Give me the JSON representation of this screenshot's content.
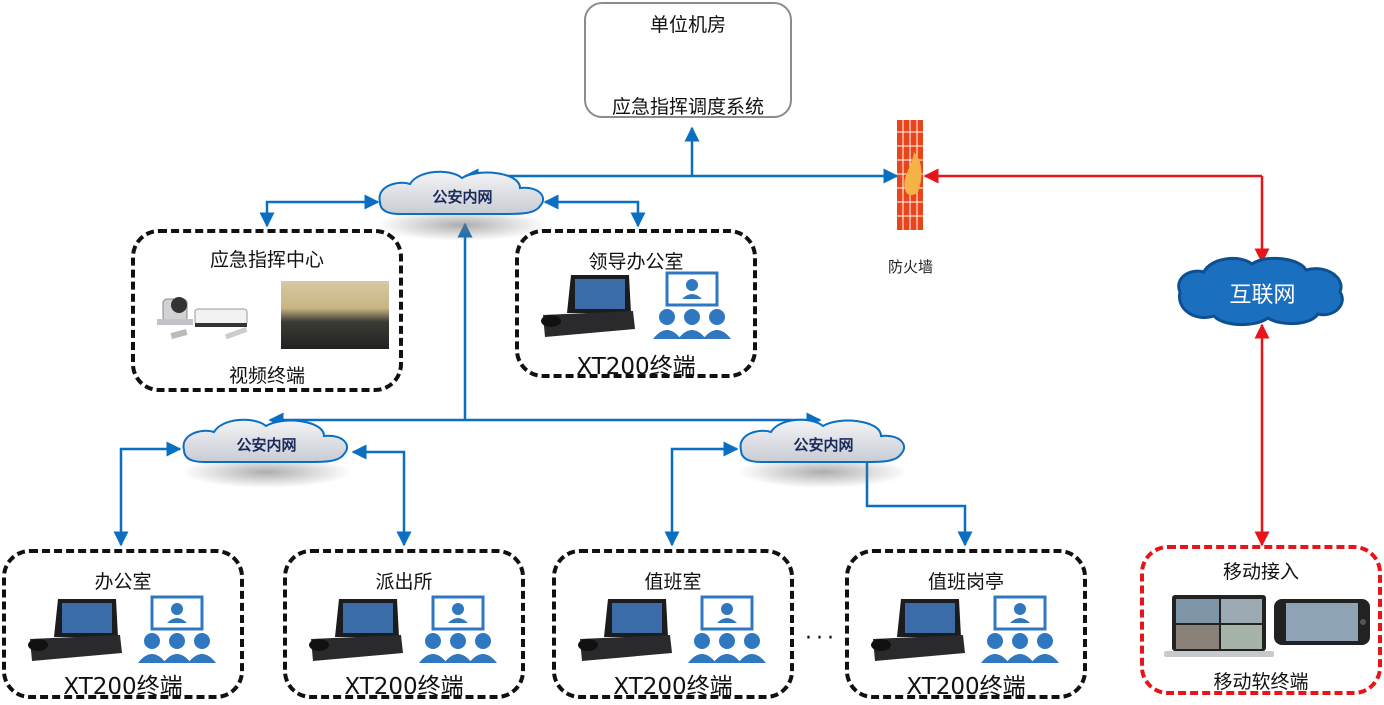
{
  "server_room": {
    "title": "单位机房",
    "system": "应急指挥调度系统",
    "icon": "server-icon"
  },
  "firewall": {
    "label": "防火墙",
    "icon": "firewall-icon"
  },
  "internet": {
    "label": "互联网",
    "icon": "cloud-icon"
  },
  "clouds": {
    "top": "公安内网",
    "left": "公安内网",
    "right": "公安内网"
  },
  "command_center": {
    "title": "应急指挥中心",
    "footer": "视频终端",
    "icons": [
      "video-conference-camera-icon",
      "conference-room-photo"
    ]
  },
  "leader_office": {
    "title": "领导办公室",
    "footer": "XT200终端"
  },
  "sites": [
    {
      "title": "办公室",
      "footer": "XT200终端"
    },
    {
      "title": "派出所",
      "footer": "XT200终端"
    },
    {
      "title": "值班室",
      "footer": "XT200终端"
    },
    {
      "title": "值班岗亭",
      "footer": "XT200终端"
    }
  ],
  "ellipsis": "···",
  "mobile": {
    "title": "移动接入",
    "footer": "移动软终端",
    "icons": [
      "laptop-icon",
      "smartphone-icon"
    ]
  },
  "colors": {
    "intranet_link": "#0a6fc2",
    "internet_link": "#e8141a",
    "cloud_fill": "#dfe3ea",
    "internet_fill": "#1a6fbf",
    "firewall": "#e8461a",
    "people_icon": "#2f78c0"
  }
}
